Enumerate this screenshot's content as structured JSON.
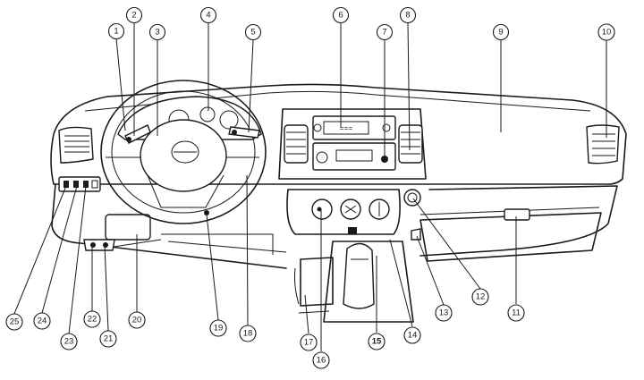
{
  "callouts": [
    {
      "id": "1",
      "label": "1"
    },
    {
      "id": "2",
      "label": "2"
    },
    {
      "id": "3",
      "label": "3"
    },
    {
      "id": "4",
      "label": "4"
    },
    {
      "id": "5",
      "label": "5"
    },
    {
      "id": "6",
      "label": "6"
    },
    {
      "id": "7",
      "label": "7"
    },
    {
      "id": "8",
      "label": "8"
    },
    {
      "id": "9",
      "label": "9"
    },
    {
      "id": "10",
      "label": "10"
    },
    {
      "id": "11",
      "label": "11"
    },
    {
      "id": "12",
      "label": "12"
    },
    {
      "id": "13",
      "label": "13"
    },
    {
      "id": "14",
      "label": "14"
    },
    {
      "id": "15",
      "label": "15"
    },
    {
      "id": "16",
      "label": "16"
    },
    {
      "id": "17",
      "label": "17"
    },
    {
      "id": "18",
      "label": "18"
    },
    {
      "id": "19",
      "label": "19"
    },
    {
      "id": "20",
      "label": "20"
    },
    {
      "id": "21",
      "label": "21"
    },
    {
      "id": "22",
      "label": "22"
    },
    {
      "id": "23",
      "label": "23"
    },
    {
      "id": "24",
      "label": "24"
    },
    {
      "id": "25",
      "label": "25"
    }
  ],
  "display": {
    "radio_text": "==="
  }
}
